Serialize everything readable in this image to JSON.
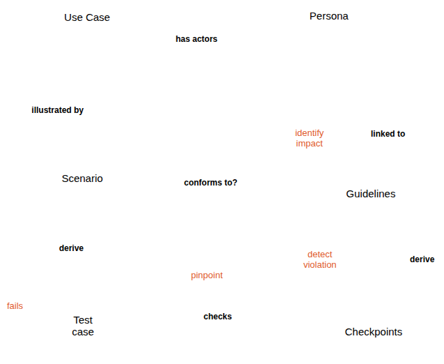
{
  "diagram": {
    "nodes": [
      {
        "text": [
          "Use Case"
        ]
      },
      {
        "text": [
          "Persona"
        ]
      },
      {
        "text": [
          "Scenario"
        ]
      },
      {
        "text": [
          "Guidelines"
        ]
      },
      {
        "text": [
          "Test case"
        ]
      },
      {
        "text": [
          "Checkpoints"
        ]
      }
    ],
    "edges": [
      {
        "from": 0,
        "to": 1,
        "arrow": "to",
        "label": "has actors"
      },
      {
        "from": 0,
        "to": 2,
        "arrow": "to",
        "label": "illustrated by"
      },
      {
        "from": 2,
        "to": 3,
        "arrow": "to",
        "label": "conforms to?"
      },
      {
        "from": 3,
        "to": 1,
        "arrow": "to",
        "label": "linked to"
      },
      {
        "from": 3,
        "to": 5,
        "arrow": "to",
        "label": "derive"
      },
      {
        "from": 2,
        "to": 4,
        "arrow": "to",
        "label": "derive"
      },
      {
        "from": 4,
        "to": 5,
        "arrow": "to",
        "label": "checks"
      },
      {
        "from": 4,
        "to": 5,
        "arrow": "to",
        "label": "pinpoint"
      },
      {
        "from": 5,
        "to": 3,
        "arrow": "to",
        "label": "detect violation"
      },
      {
        "from": 3,
        "to": 1,
        "arrow": "to",
        "label": "identify impact"
      }
    ],
    "labels": [
      "fails"
    ]
  }
}
